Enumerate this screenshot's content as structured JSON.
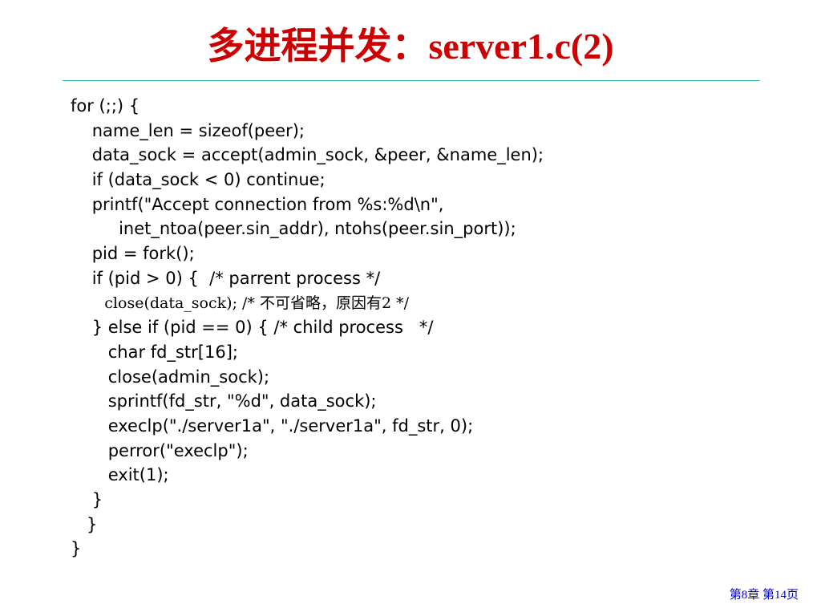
{
  "slide": {
    "title": "多进程并发：server1.c(2)",
    "code_lines": [
      "for (;;) {",
      "\tname_len = sizeof(peer);",
      "\tdata_sock = accept(admin_sock, &peer, &name_len);",
      "\tif (data_sock < 0) continue;",
      "\tprintf(\"Accept connection from %s:%d\\n\",",
      "\t     inet_ntoa(peer.sin_addr), ntohs(peer.sin_port));",
      "\tpid = fork();",
      "\tif (pid > 0) {  /* parrent process */",
      "\t   close(data_sock); /* 不可省略，原因有2 */",
      "\t} else if (pid == 0) { /* child process   */",
      "\t   char fd_str[16];",
      "\t   close(admin_sock);",
      "\t   sprintf(fd_str, \"%d\", data_sock);",
      "\t   execlp(\"./server1a\", \"./server1a\", fd_str, 0);",
      "\t   perror(\"execlp\");",
      "\t   exit(1);",
      "\t}",
      "   }",
      "}"
    ],
    "footer": "第8章 第14页"
  },
  "colors": {
    "title": "#cc0000",
    "rule": "#33b3a6",
    "footer": "#0000cc",
    "code": "#000000"
  }
}
